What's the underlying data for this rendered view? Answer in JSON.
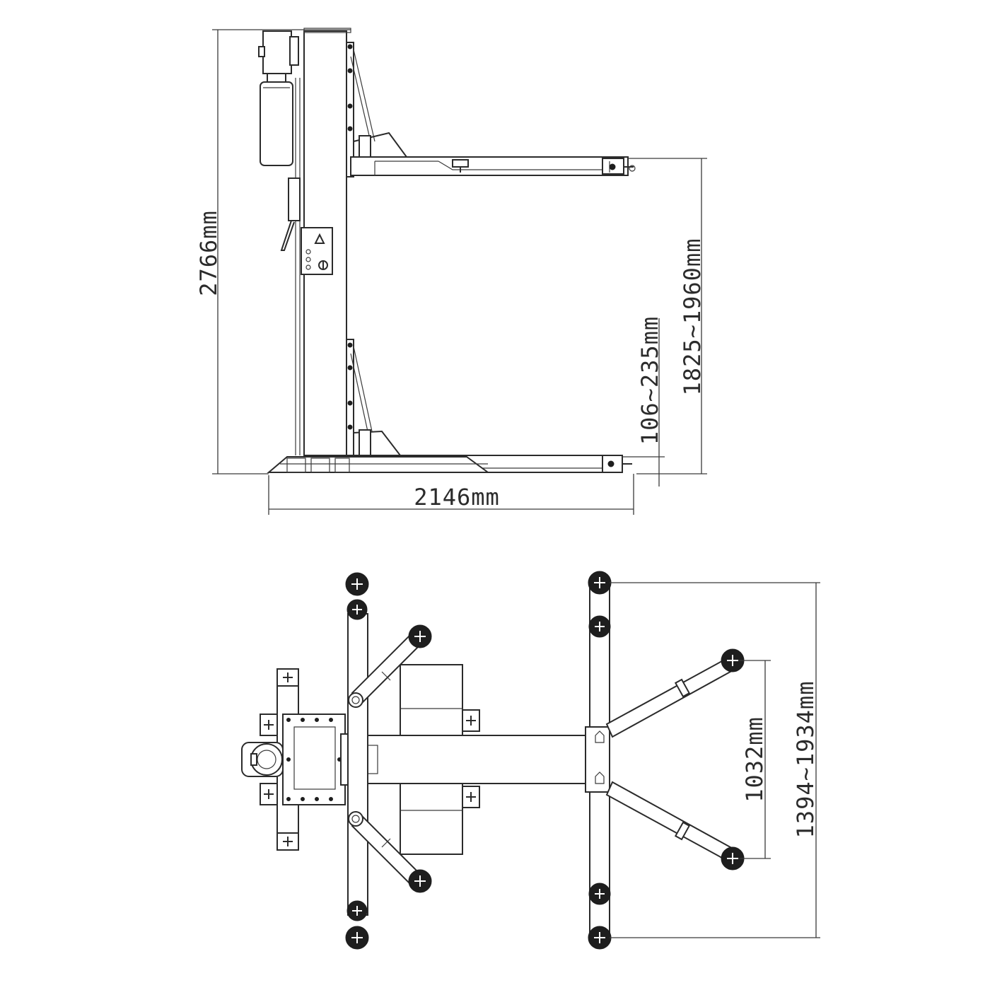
{
  "side_view": {
    "overall_height": "2766mm",
    "overall_length": "2146mm",
    "upper_platform_height": "1825~1960mm",
    "lower_arm_height": "106~235mm"
  },
  "top_view": {
    "arm_span": "1394~1934mm",
    "short_arm_span": "1032mm"
  },
  "icons": [
    "warning-triangle-icon",
    "power-switch-icon"
  ]
}
